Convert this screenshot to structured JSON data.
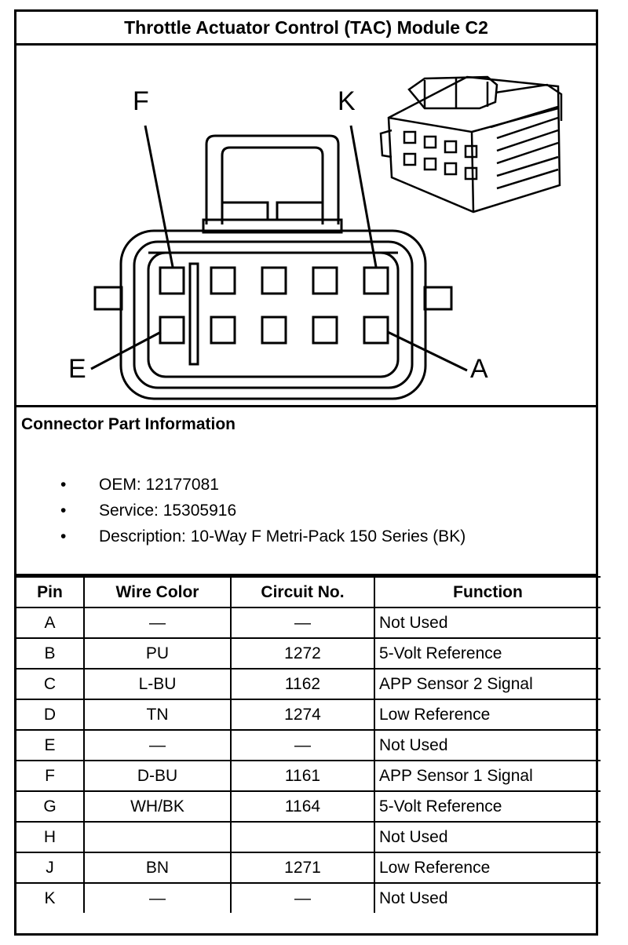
{
  "title": "Throttle Actuator Control (TAC) Module C2",
  "diagram": {
    "callouts": {
      "top_left": "F",
      "top_right": "K",
      "bottom_left": "E",
      "bottom_right": "A"
    }
  },
  "connector_info": {
    "heading": "Connector Part Information",
    "bullet_glyph": "•",
    "items": [
      "OEM: 12177081",
      "Service: 15305916",
      "Description: 10-Way F Metri-Pack 150 Series (BK)"
    ]
  },
  "table": {
    "headers": [
      "Pin",
      "Wire Color",
      "Circuit No.",
      "Function"
    ],
    "rows": [
      [
        "A",
        "—",
        "—",
        "Not Used"
      ],
      [
        "B",
        "PU",
        "1272",
        "5-Volt Reference"
      ],
      [
        "C",
        "L-BU",
        "1162",
        "APP Sensor 2 Signal"
      ],
      [
        "D",
        "TN",
        "1274",
        "Low Reference"
      ],
      [
        "E",
        "—",
        "—",
        "Not Used"
      ],
      [
        "F",
        "D-BU",
        "1161",
        "APP Sensor 1 Signal"
      ],
      [
        "G",
        "WH/BK",
        "1164",
        "5-Volt Reference"
      ],
      [
        "H",
        "",
        "",
        "Not Used"
      ],
      [
        "J",
        "BN",
        "1271",
        "Low Reference"
      ],
      [
        "K",
        "—",
        "—",
        "Not Used"
      ]
    ]
  }
}
